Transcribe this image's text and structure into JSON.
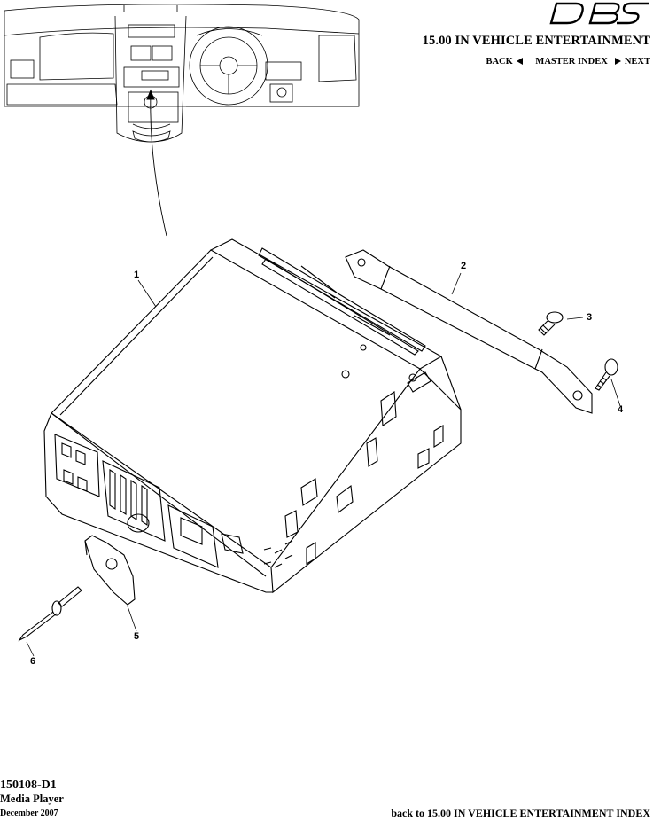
{
  "header": {
    "logo_text": "DBS",
    "section_title": "15.00 IN VEHICLE ENTERTAINMENT",
    "nav": {
      "back": "BACK",
      "master_index": "MASTER INDEX",
      "next": "NEXT"
    }
  },
  "callouts": [
    "1",
    "2",
    "3",
    "4",
    "5",
    "6"
  ],
  "footer": {
    "code": "150108-D1",
    "name": "Media Player",
    "date": "December 2007",
    "back_link": "back to 15.00 IN VEHICLE ENTERTAINMENT INDEX"
  },
  "icons": {
    "prev": "triangle-left-icon",
    "next": "triangle-right-icon"
  }
}
